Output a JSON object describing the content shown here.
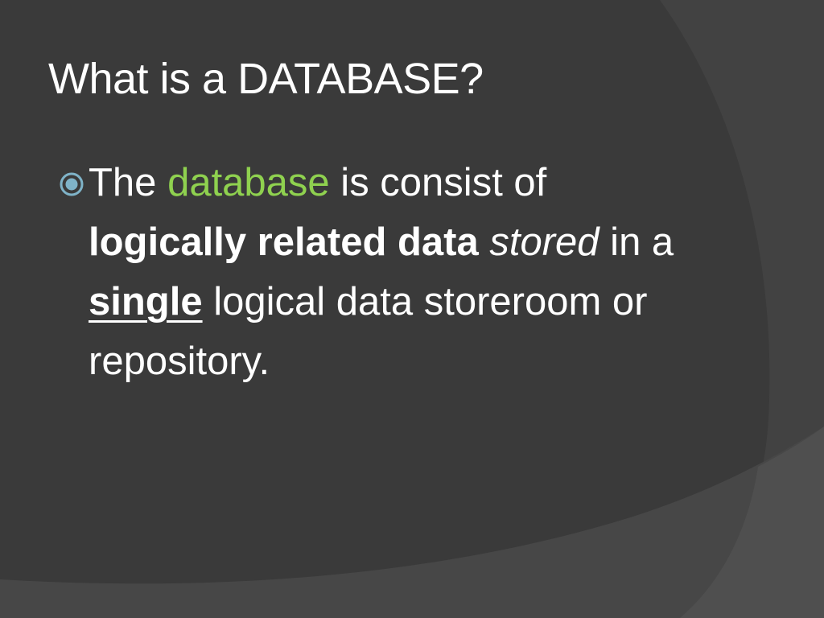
{
  "slide": {
    "title": "What is a DATABASE?",
    "bullet": {
      "icon": "circled-dot-icon",
      "segments": {
        "s1": "The ",
        "s2": "database",
        "s3": " is consist of ",
        "s4": "logically related data",
        "s5": "stored",
        "s6": " in a ",
        "s7": "single",
        "s8": " logical data storeroom or repository."
      }
    }
  },
  "colors": {
    "background": "#3a3a3a",
    "text": "#ffffff",
    "accent": "#8fd14f",
    "bullet": "#7fb3c8"
  }
}
